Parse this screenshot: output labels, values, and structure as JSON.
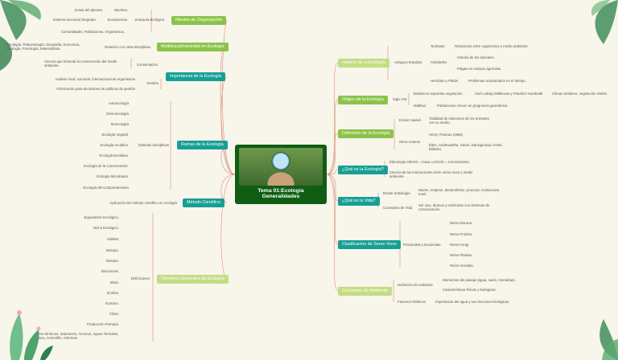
{
  "central": {
    "title": "Tema 01:Ecología Generalidades",
    "image": "globe-in-hands"
  },
  "left": {
    "niveles": {
      "label": "Niveles de Organización",
      "child": "Jerarquía Biológica",
      "items": [
        "Biosfera",
        "Ecosistemas",
        "Comunidades, Poblaciones, Organismos."
      ],
      "sub": [
        "Zonas del planeta.",
        "Sistema funcional integrado."
      ]
    },
    "multi": {
      "label": "Multidisciplinariedad en Ecología",
      "child": "Relación con otras disciplinas.",
      "detail": "Etnología, Paleontología, Geografía, Economía, Geología, Psicología, Matemáticas."
    },
    "importancia": {
      "label": "Importancia de la Ecología",
      "conservacion": "Conservación",
      "conservacion_detail": "Ciencia que fomenta la conservación del medio ambiente.",
      "gestion": "Gestión",
      "gestion_items": [
        "Análisis local, nacional, internacional de organismos",
        "Información para decisiones de políticas de gestión"
      ]
    },
    "ramas": {
      "label": "Ramas de la Ecología",
      "child": "Distintas Disciplinas",
      "items": [
        "Autoecología",
        "Demoecología",
        "Sinecología",
        "Ecología Vegetal.",
        "Ecología Acuática.",
        "Ecología Evolutiva.",
        "Ecología de la Conservación.",
        "Ecología Microbiana.",
        "Ecología del Comportamiento"
      ]
    },
    "metodo": {
      "label": "Método Científico",
      "child": "Aplicación del método científico en ecología"
    },
    "terminos": {
      "label": "Términos Generales de Ecología",
      "child": "Definiciones",
      "items": [
        "Equivalente Ecológico.",
        "Nicho Ecológico.",
        "Hábitat.",
        "Biotopo.",
        "Biotopo.",
        "Biocenosis.",
        "Biota.",
        "Ecolina.",
        "Ecotono.",
        "Clima.",
        "Producción Primaria.",
        "Otros términos: Saturación, Aeroxuó, Aguas Termales, Altura, Anemófilo, Arbóreas."
      ]
    }
  },
  "right": {
    "historia": {
      "label": "Historia de la Ecología",
      "child": "Antiguos Estudios",
      "items": [
        {
          "name": "Teofrasto",
          "detail": [
            "Relaciones entre organismos y medio ambiente."
          ]
        },
        {
          "name": "Aristóteles",
          "detail": [
            "Historia de los animales.",
            "Plagas en campos agrícolas."
          ]
        },
        {
          "name": "Heródoto y Platón",
          "detail": [
            "Problemas ocasionados en el tiempo."
          ]
        }
      ]
    },
    "origen": {
      "label": "Origen de la Ecología",
      "child": "Siglo XIX",
      "items": [
        {
          "name": "Botánicos requerían vegetación.",
          "detail": "Carl Ludwig Willdenow y Friedrich Humboldt",
          "detail2": "Climas similares, vegetación similar."
        },
        {
          "name": "Malthus",
          "detail": "Poblaciones crecen en progresión geométrica."
        }
      ]
    },
    "definicion": {
      "label": "Definición de la Ecología",
      "items": [
        {
          "name": "Ernest Haekel",
          "detail": "Totalidad de relaciones de los animales con su medio."
        },
        {
          "name": "Otros Autores",
          "detail": "Henry Thoreau (1866)",
          "detail2": "Elton, Andrewartha, Odum, Dansigmead, Krebs, Billedes."
        }
      ]
    },
    "que_ecologia": {
      "label": "¿Qué es la Ecología?",
      "items": [
        "Etimología OIKOS = Casa, LOGOS = Conocimiento.",
        "Ciencia de las interacciones entre seres vivos y medio ambiente."
      ]
    },
    "que_vida": {
      "label": "¿Qué es la Vida?",
      "items": [
        {
          "name": "Desde la Biología",
          "detail": "Nacen, respiran, desarrollarse, procrear, evolucionar, morir."
        },
        {
          "name": "Conceptos de Vida",
          "detail": "Ser vivo, átomos y moléculas con sistemas de comunicación."
        }
      ]
    },
    "clasificacion": {
      "label": "Clasificación de Seres Vivos",
      "child": "Procariotas y Eucariotas",
      "items": [
        "Reino Monera.",
        "Reino Protista.",
        "Reino Fungi.",
        "Reino Plantae.",
        "Reino Animalia."
      ]
    },
    "ambiente": {
      "label": "Conceptos de Ambiente",
      "items": [
        {
          "name": "Definición de Ambiente",
          "detail": [
            "Elementos del paisaje (agua, suelo, montañas).",
            "Características físicas y biológicas."
          ]
        },
        {
          "name": "Factores Abióticos",
          "detail": [
            "Importancia del agua y sus funciones biológicas."
          ]
        }
      ]
    }
  }
}
